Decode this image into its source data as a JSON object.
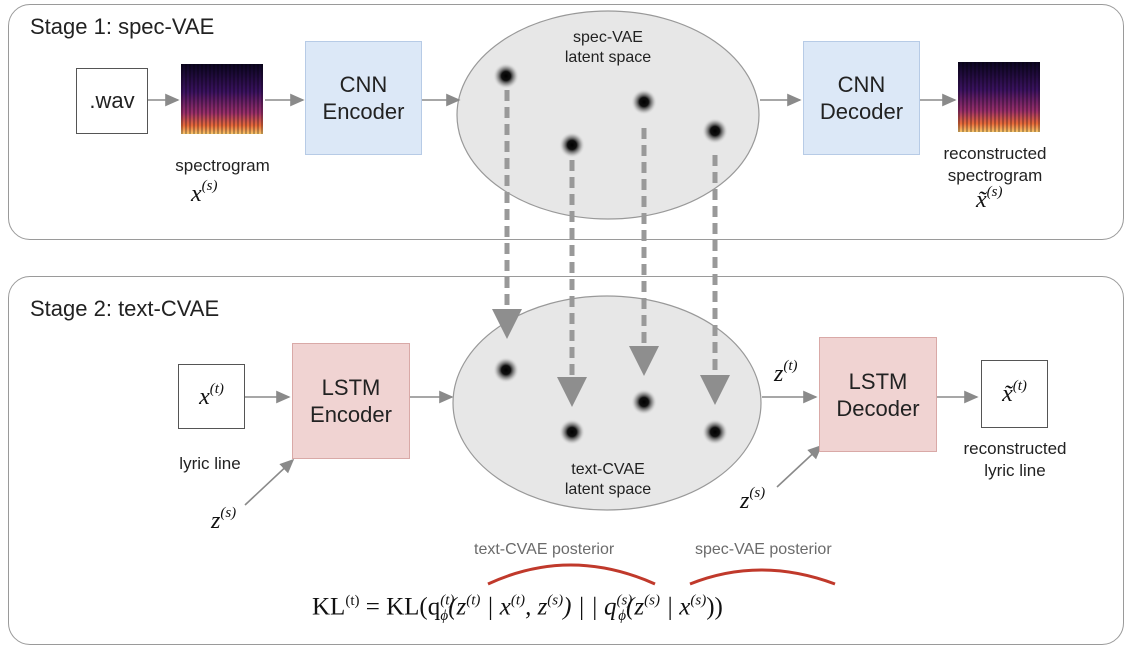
{
  "stage1": {
    "title": "Stage 1: spec-VAE",
    "input_file": ".wav",
    "spectrogram_label": "spectrogram",
    "x_s": "x",
    "x_s_sup": "(s)",
    "encoder": [
      "CNN",
      "Encoder"
    ],
    "latent_label": [
      "spec-VAE",
      "latent space"
    ],
    "decoder": [
      "CNN",
      "Decoder"
    ],
    "recon_label": [
      "reconstructed",
      "spectrogram"
    ],
    "xt_s": "x̃",
    "xt_s_sup": "(s)"
  },
  "stage2": {
    "title": "Stage 2: text-CVAE",
    "input": "x",
    "input_sup": "(t)",
    "input_caption": "lyric line",
    "encoder": [
      "LSTM",
      "Encoder"
    ],
    "latent_label": [
      "text-CVAE",
      "latent space"
    ],
    "z_t": "z",
    "z_t_sup": "(t)",
    "decoder": [
      "LSTM",
      "Decoder"
    ],
    "output": "x̃",
    "output_sup": "(t)",
    "output_caption": [
      "reconstructed",
      "lyric line"
    ],
    "z_s": "z",
    "z_s_sup": "(s)"
  },
  "loss": {
    "posterior_text": "text-CVAE posterior",
    "posterior_spec": "spec-VAE posterior",
    "formula_lhs": "KL",
    "formula_lhs_sup": "(t)",
    "formula_rhs": " = KL(q",
    "q1_sup": "(t)",
    "q1_sub": "ϕ",
    "q1_args": "(z",
    "q1_z_sup": "(t)",
    "q1_mid": " | x",
    "q1_x_sup": "(t)",
    "q1_comma": ", z",
    "q1_zs_sup": "(s)",
    "q1_close": ") | | q",
    "q2_sup": "(s)",
    "q2_sub": "ϕ",
    "q2_args": "(z",
    "q2_z_sup": "(s)",
    "q2_mid": " | x",
    "q2_x_sup": "(s)",
    "q2_close": "))"
  },
  "colors": {
    "encoder_blue": "#dce8f7",
    "lstm_pink": "#f0d3d2",
    "latent_fill": "#e7e7e7",
    "dashed_arrow": "#9a9a9a",
    "posterior_arc": "#c0392b"
  }
}
